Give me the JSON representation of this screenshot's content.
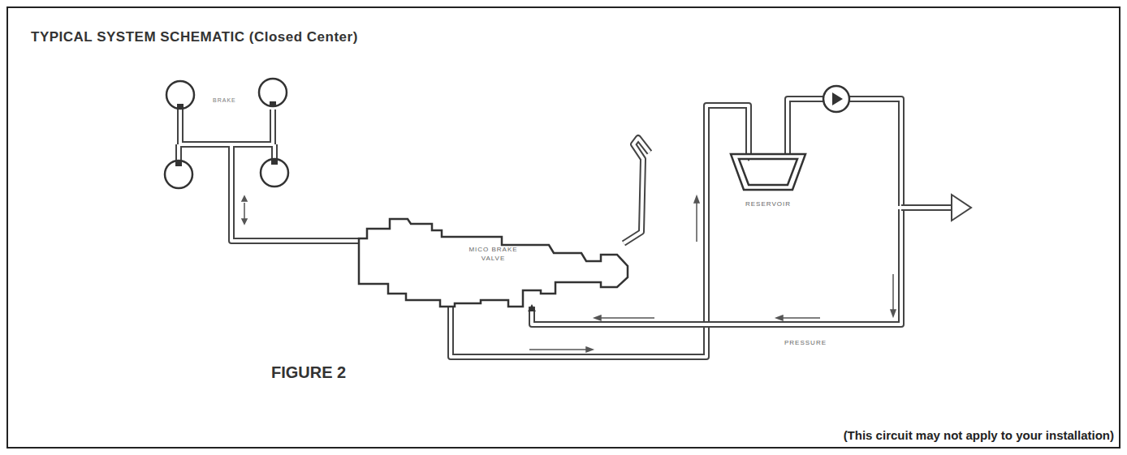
{
  "diagram": {
    "title": "TYPICAL SYSTEM SCHEMATIC (Closed Center)",
    "caption": "(This circuit may not apply to your installation)",
    "nodes": [
      {
        "text": [
          "MICO BRAKE VALVE"
        ]
      },
      {
        "text": [
          "RESERVOIR"
        ]
      }
    ],
    "edges": [
      {
        "from": 0,
        "to": 1,
        "arrow": "to"
      },
      {
        "from": 1,
        "to": 0,
        "label": "PRESSURE",
        "arrow": "to"
      }
    ],
    "labels": [
      "BRAKE",
      "FIGURE 2"
    ]
  }
}
